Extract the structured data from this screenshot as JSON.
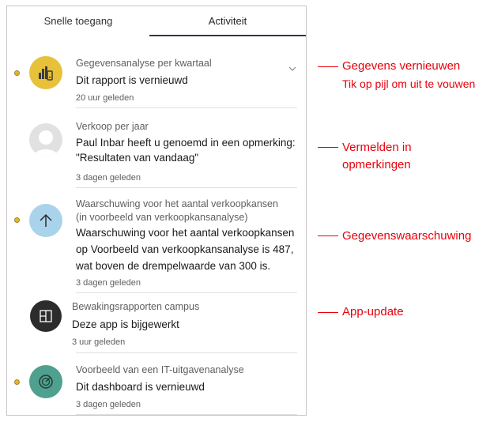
{
  "tabs": {
    "quick_access": "Snelle toegang",
    "activity": "Activiteit",
    "selected": "Activiteit"
  },
  "items": [
    {
      "title": "Gegevensanalyse per kwartaal",
      "body": [
        "Dit rapport is vernieuwd"
      ],
      "time": "20 uur geleden",
      "unread": true,
      "icon": "report-icon",
      "icon_color": "#e8c13a"
    },
    {
      "title": "Verkoop per jaar",
      "body": [
        "Paul Inbar heeft u genoemd in een opmerking:",
        "\"Resultaten van vandaag\""
      ],
      "time": "3 dagen geleden",
      "unread": false,
      "icon": "user-avatar-icon",
      "icon_color": "#e1e1e1"
    },
    {
      "title": "Waarschuwing voor het aantal verkoopkansen",
      "subtitle": "(in voorbeeld van verkoopkansanalyse)",
      "body": [
        "Waarschuwing voor het aantal verkoopkansen",
        "op Voorbeeld van verkoopkansanalyse is 487,",
        "wat boven de drempelwaarde van 300 is."
      ],
      "time": "3 dagen geleden",
      "unread": true,
      "icon": "arrow-up-icon",
      "icon_color": "#a9d3ea"
    },
    {
      "title": "Bewakingsrapporten campus",
      "body": [
        "Deze app is bijgewerkt"
      ],
      "time": "3 uur geleden",
      "unread": false,
      "icon": "app-icon",
      "icon_color": "#2c2c2c"
    },
    {
      "title": "Voorbeeld van een IT-uitgavenanalyse",
      "body": [
        "Dit dashboard is vernieuwd"
      ],
      "time": "3 dagen geleden",
      "unread": true,
      "icon": "dashboard-gauge-icon",
      "icon_color": "#4fa08f"
    }
  ],
  "callouts": {
    "refresh_line1": "Gegevens vernieuwen",
    "refresh_line2": "Tik op pijl om uit te vouwen",
    "mentions_line1": "Vermelden in",
    "mentions_line2": "opmerkingen",
    "alert": "Gegevenswaarschuwing",
    "app_update": "App-update"
  },
  "colors": {
    "unread_dot": "#e0b62d",
    "callout": "#e8000b",
    "tab_underline": "#2b3a4a"
  }
}
